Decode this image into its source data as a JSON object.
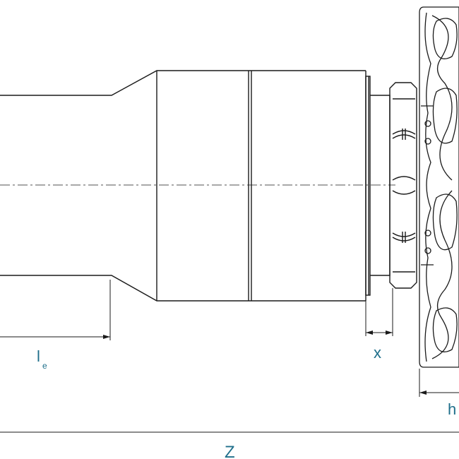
{
  "dimensions": {
    "le_main": "l",
    "le_sub": "e",
    "x": "x",
    "h": "h",
    "z": "Z"
  },
  "colors": {
    "line": "#1a1a1a",
    "dimension_text": "#1f6f8b",
    "background": "#ffffff"
  }
}
